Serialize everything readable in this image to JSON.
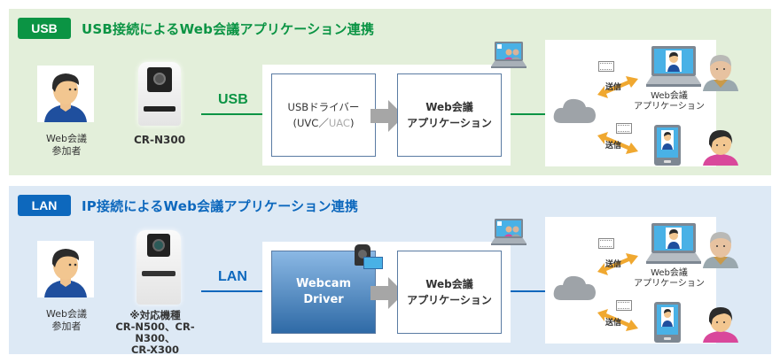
{
  "sections": {
    "usb": {
      "badge": "USB",
      "title": "USB接続によるWeb会議アプリケーション連携",
      "participant_label_line1": "Web会議",
      "participant_label_line2": "参加者",
      "camera_label": "CR-N300",
      "connection_label": "USB",
      "driver_box": {
        "line1": "USBドライバー",
        "line2_prefix": "(UVC／",
        "line2_gray": "UAC",
        "line2_suffix": ")"
      },
      "app_box": {
        "line1": "Web会議",
        "line2": "アプリケーション"
      },
      "remote": {
        "send_label_1": "送信",
        "send_label_2": "送信",
        "app_line1": "Web会議",
        "app_line2": "アプリケーション"
      },
      "accent_color": "#0b9444"
    },
    "lan": {
      "badge": "LAN",
      "title": "IP接続によるWeb会議アプリケーション連携",
      "participant_label_line1": "Web会議",
      "participant_label_line2": "参加者",
      "camera_label_line1": "※対応機種",
      "camera_label_line2": "CR-N500、CR-N300、",
      "camera_label_line3": "CR-X300",
      "connection_label": "LAN",
      "driver_box": {
        "line1": "Webcam",
        "line2": "Driver"
      },
      "app_box": {
        "line1": "Web会議",
        "line2": "アプリケーション"
      },
      "remote": {
        "send_label_1": "送信",
        "send_label_2": "送信",
        "app_line1": "Web会議",
        "app_line2": "アプリケーション"
      },
      "accent_color": "#0d68bd"
    }
  }
}
